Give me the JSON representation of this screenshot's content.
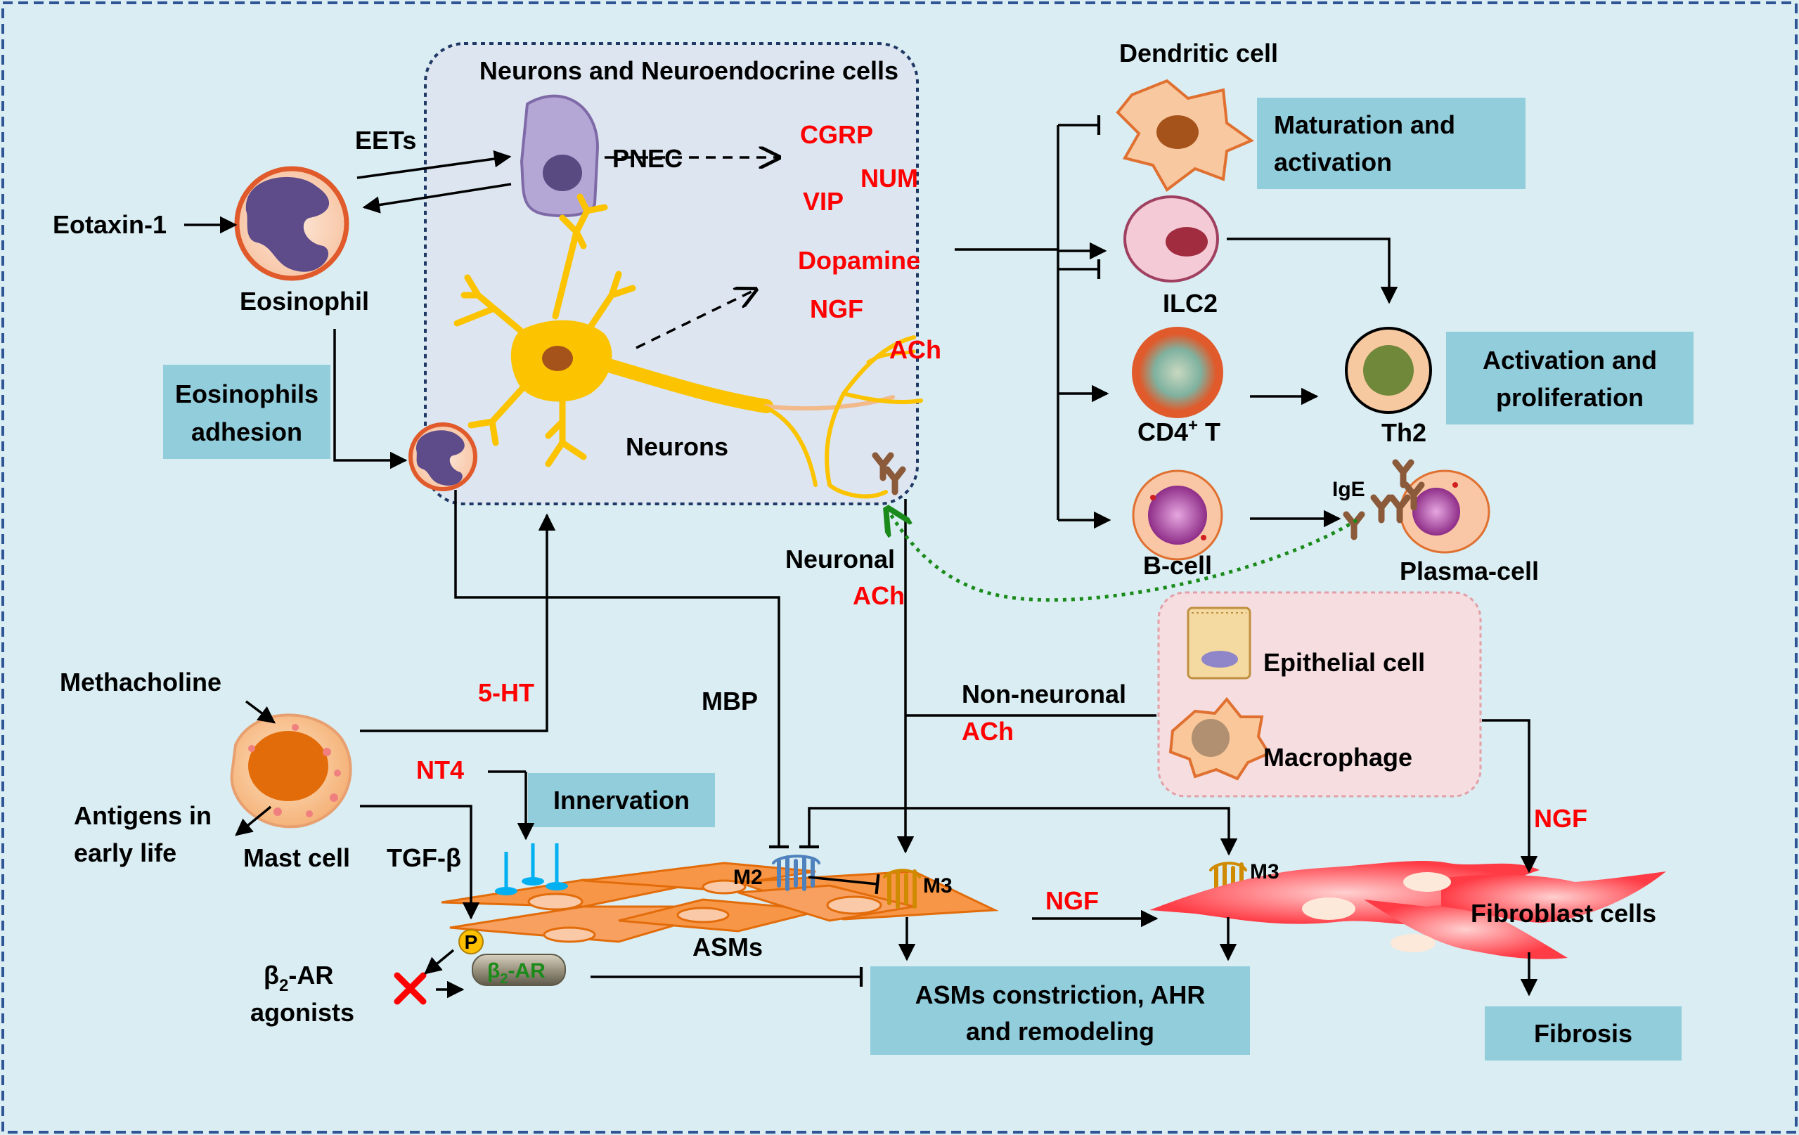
{
  "colors": {
    "background": "#d9edf2",
    "frame": "#2f5597",
    "neuron_box": "#dde5f0",
    "label_box": "#92cddc",
    "pink_box": "#f6dde0",
    "red_text": "#ff0000",
    "neuron_yellow": "#fbc300",
    "asm_orange": "#f79646",
    "fibroblast_red": "#ff4c52",
    "green_arrow": "#1a8a1a"
  },
  "neuro_box": {
    "title": "Neurons and Neuroendocrine cells"
  },
  "cells": {
    "pnec": "PNEC",
    "neurons": "Neurons",
    "eosinophil": "Eosinophil",
    "dendritic": "Dendritic cell",
    "ilc2": "ILC2",
    "cd4_main": "CD4",
    "cd4_sup": "+",
    "cd4_tail": " T",
    "bcell": "B-cell",
    "th2": "Th2",
    "plasma": "Plasma-cell",
    "mast": "Mast cell",
    "epithelial": "Epithelial cell",
    "macrophage": "Macrophage",
    "fibroblast": "Fibroblast cells",
    "asms": "ASMs",
    "ige": "IgE"
  },
  "mediators": {
    "cgrp": "CGRP",
    "num": "NUM",
    "vip": "VIP",
    "dopamine": "Dopamine",
    "ngf": "NGF",
    "ach": "ACh",
    "neuronal": "Neuronal",
    "neuronal_ach": "ACh",
    "non_neuronal": "Non-neuronal",
    "non_neuronal_ach": "ACh",
    "ht5": "5-HT",
    "nt4": "NT4",
    "tgf": "TGF-β",
    "mbp": "MBP",
    "ngf_asm": "NGF",
    "ngf_fib": "NGF",
    "eets": "EETs",
    "eotaxin": "Eotaxin-1",
    "methacholine": "Methacholine",
    "antigens_1": "Antigens in",
    "antigens_2": "early life",
    "b2_main": "β",
    "b2_sub": "2",
    "b2_tail": "-AR",
    "b2_agonists_tail": "-AR",
    "agonists": "agonists",
    "p": "P"
  },
  "receptors": {
    "m2": "M2",
    "m3_asm": "M3",
    "m3_fib": "M3"
  },
  "boxes": {
    "maturation_1": "Maturation and",
    "maturation_2": "activation",
    "activation_1": "Activation and",
    "activation_2": "proliferation",
    "eos_adhesion_1": "Eosinophils",
    "eos_adhesion_2": "adhesion",
    "innervation": "Innervation",
    "asm_outcome_1": "ASMs constriction, AHR",
    "asm_outcome_2": "and remodeling",
    "fibrosis": "Fibrosis"
  }
}
